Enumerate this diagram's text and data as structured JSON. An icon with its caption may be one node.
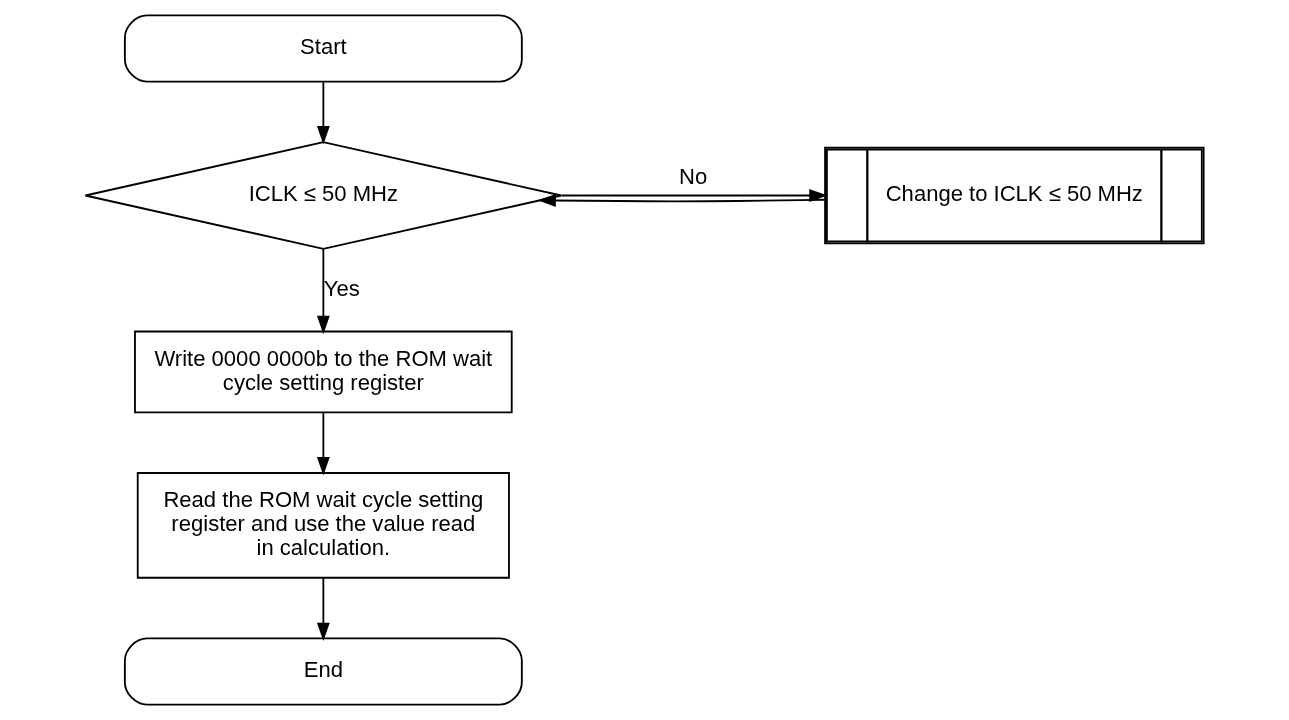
{
  "diagram": {
    "nodes": [
      {
        "text": [
          "Start"
        ]
      },
      {
        "text": [
          "ICLK ≤ 50 MHz"
        ]
      },
      {
        "text": [
          "Change to ICLK ≤ 50 MHz"
        ]
      },
      {
        "text": [
          "Write 0000 0000b to the ROM wait cycle setting register"
        ]
      },
      {
        "text": [
          "Read the ROM wait cycle setting register and use the value read in calculation."
        ]
      },
      {
        "text": [
          "End"
        ]
      }
    ],
    "edges": [
      {
        "from": 0,
        "to": 1,
        "arrow": "to"
      },
      {
        "from": 1,
        "to": 2,
        "arrow": "to",
        "label": "No"
      },
      {
        "from": 2,
        "to": 1,
        "arrow": "to"
      },
      {
        "from": 1,
        "to": 3,
        "arrow": "to",
        "label": "Yes"
      },
      {
        "from": 3,
        "to": 4,
        "arrow": "to"
      },
      {
        "from": 4,
        "to": 5,
        "arrow": "to"
      }
    ]
  }
}
